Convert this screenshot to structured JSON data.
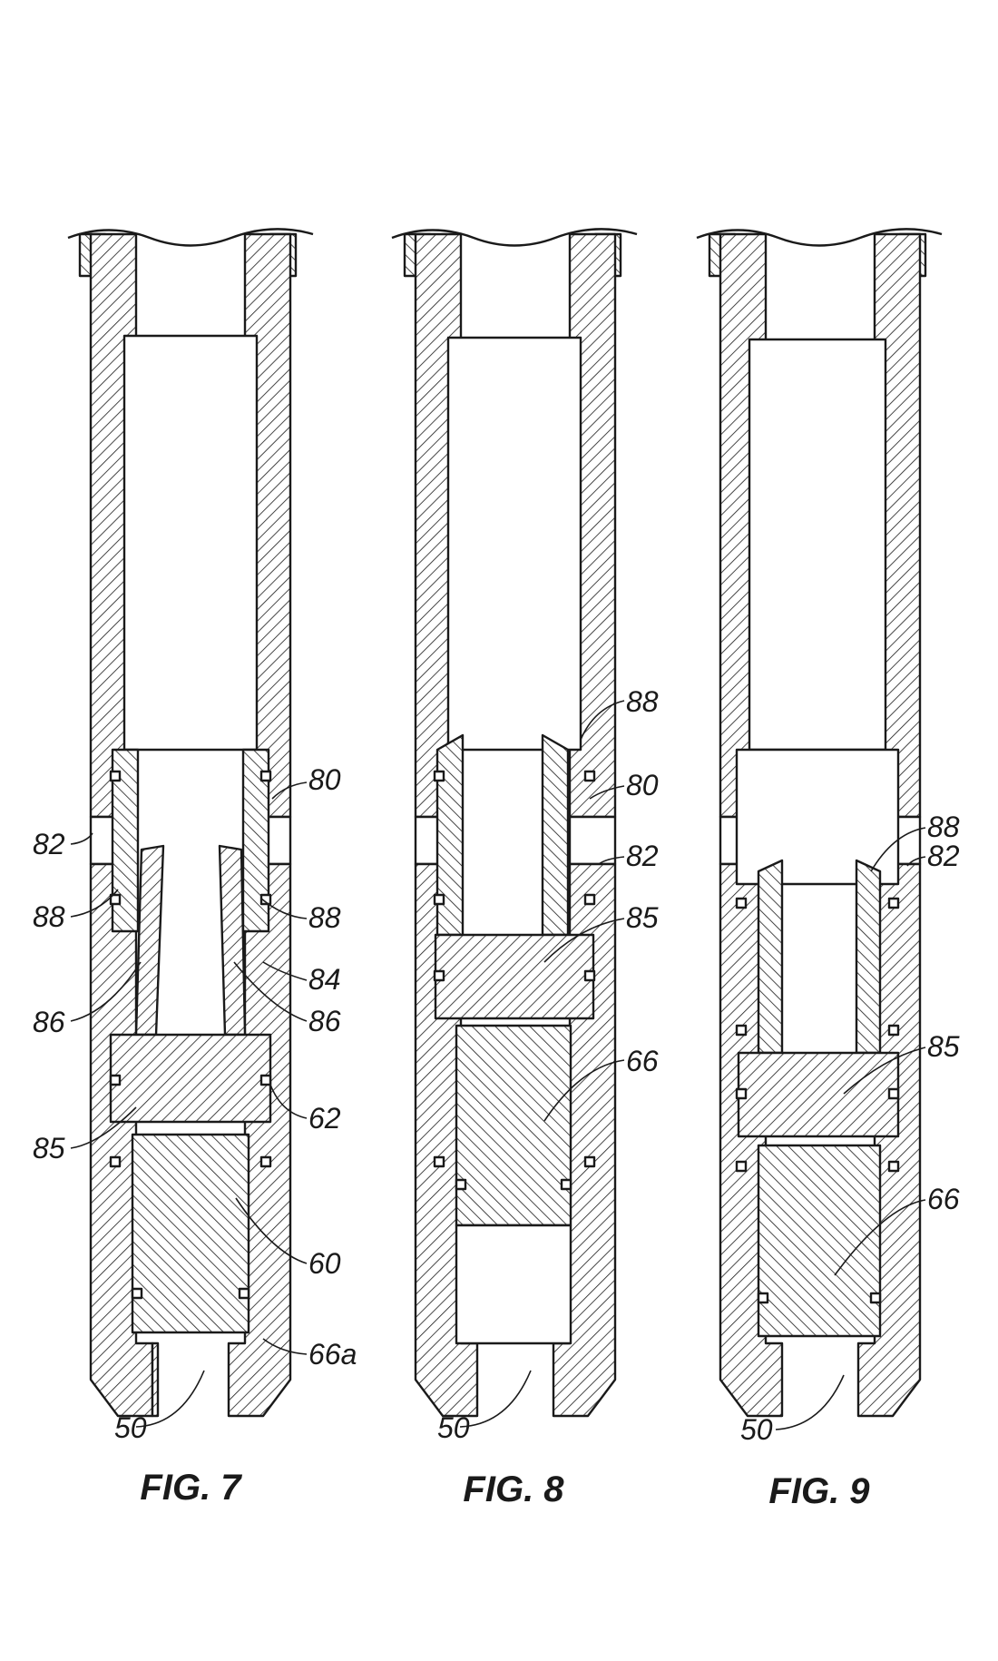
{
  "figures": [
    {
      "caption": "FIG. 7",
      "labels": [
        "82",
        "88",
        "86",
        "85",
        "80",
        "88",
        "84",
        "86",
        "62",
        "60",
        "66a",
        "50"
      ]
    },
    {
      "caption": "FIG. 8",
      "labels": [
        "88",
        "80",
        "82",
        "85",
        "66",
        "50"
      ]
    },
    {
      "caption": "FIG. 9",
      "labels": [
        "88",
        "82",
        "85",
        "66",
        "50"
      ]
    }
  ],
  "colors": {
    "ink": "#1a1a1a",
    "paper": "#ffffff"
  }
}
